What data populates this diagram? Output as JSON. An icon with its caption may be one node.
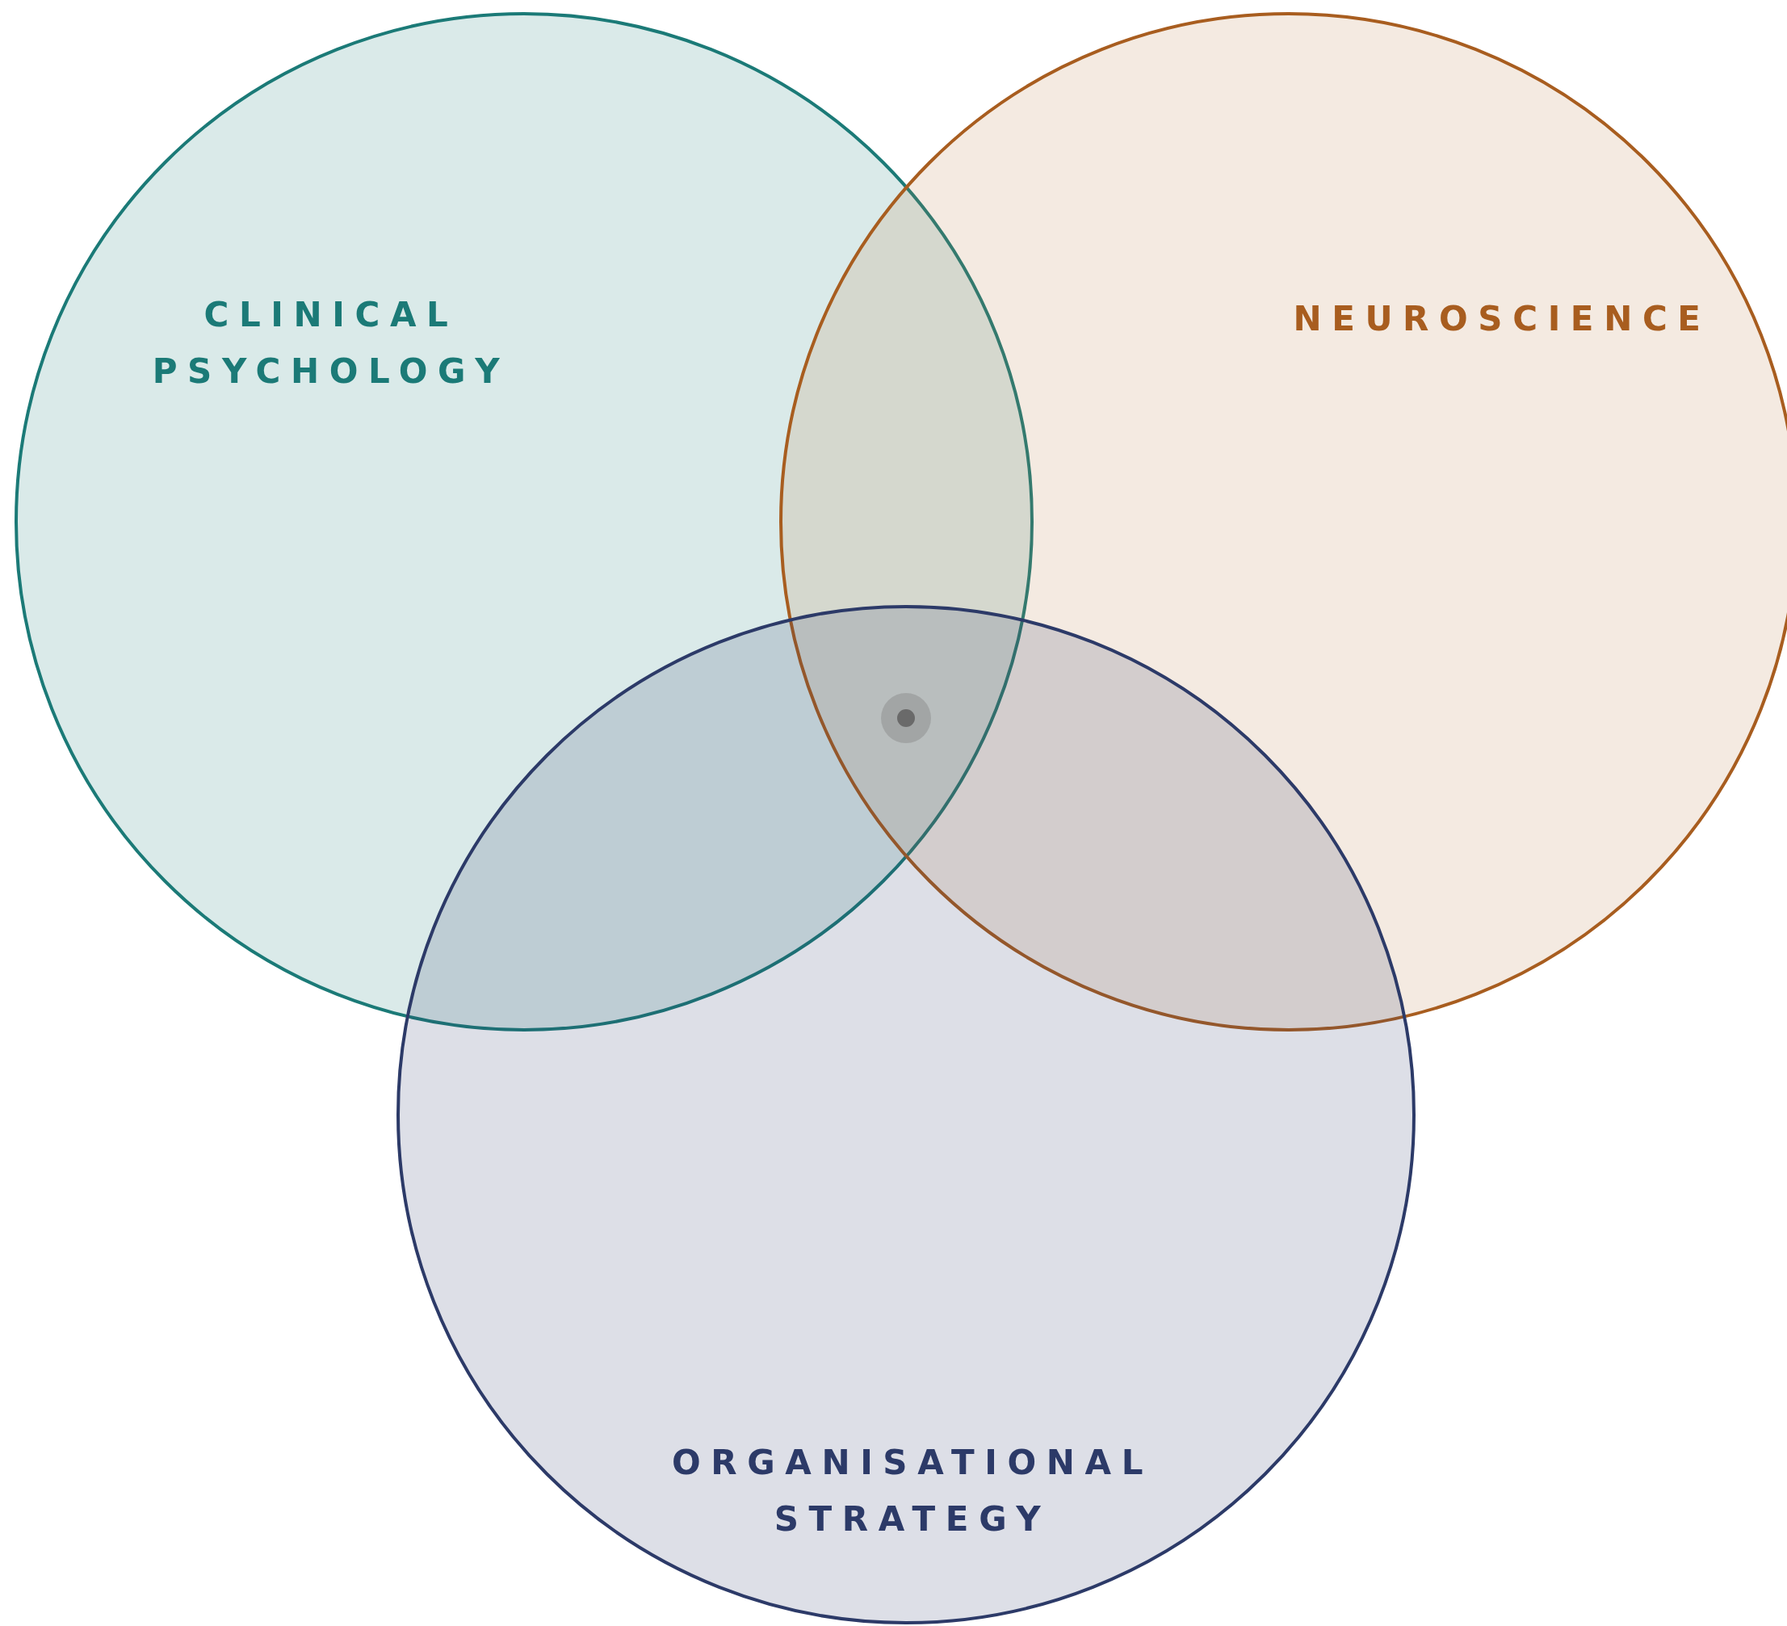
{
  "diagram": {
    "nodes": [
      {
        "text": [
          "CLINICAL PSYCHOLOGY"
        ]
      },
      {
        "text": [
          "NEUROSCIENCE"
        ]
      },
      {
        "text": [
          "ORGANISATIONAL STRATEGY"
        ]
      }
    ]
  }
}
